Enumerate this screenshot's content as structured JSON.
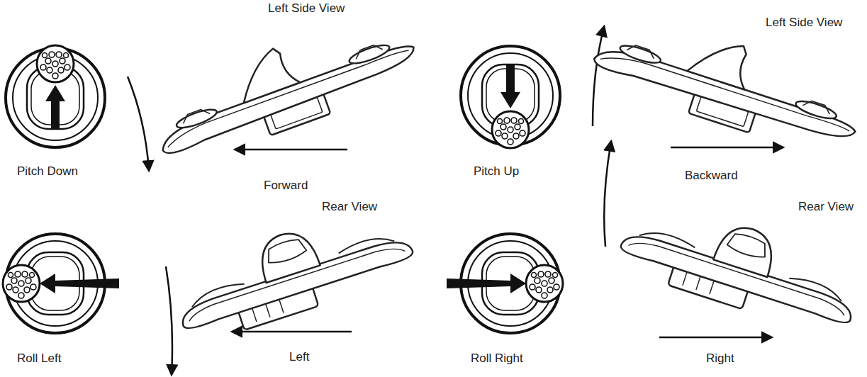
{
  "diagram": {
    "labels": [
      "Left Side View",
      "Pitch Down",
      "Forward",
      "Left Side View",
      "Pitch Up",
      "Backward",
      "Rear View",
      "Roll Left",
      "Left",
      "Rear View",
      "Roll Right",
      "Right"
    ]
  }
}
